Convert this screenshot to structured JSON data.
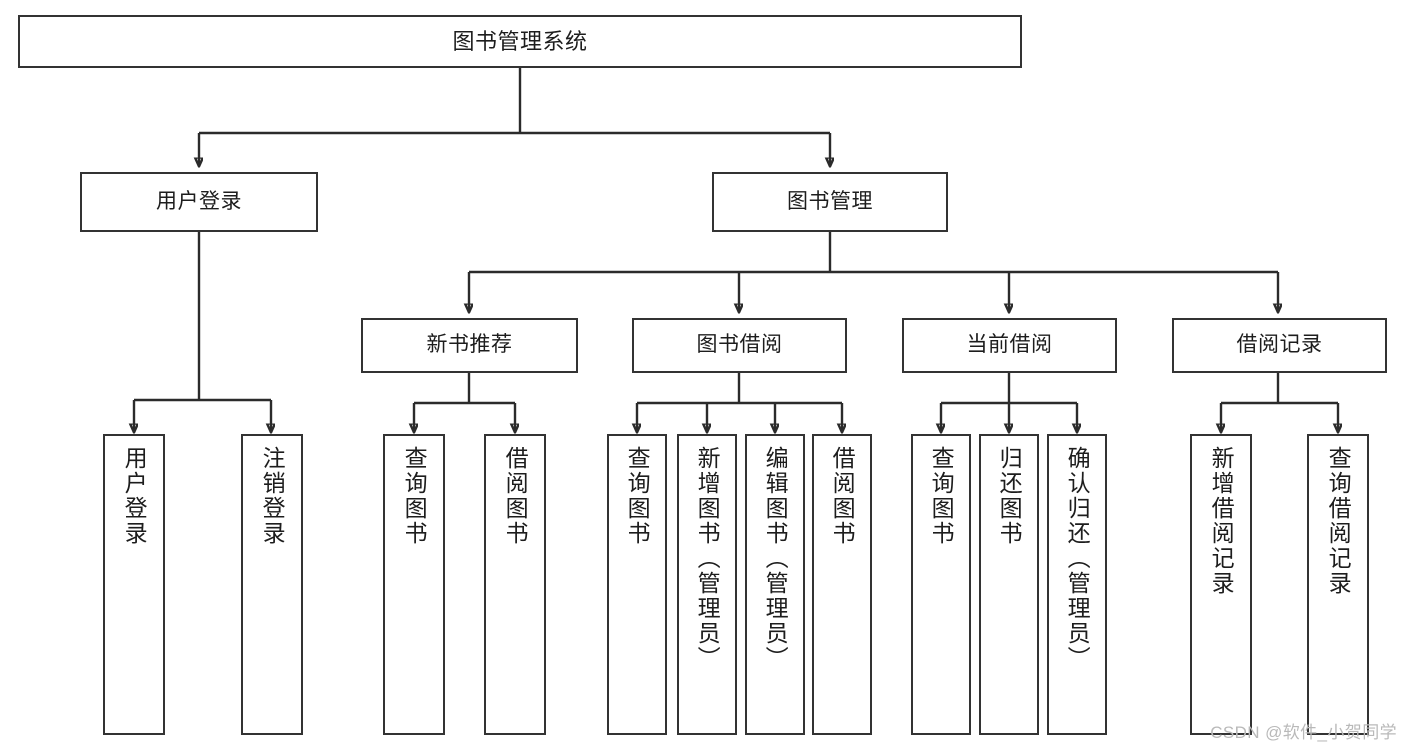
{
  "diagram": {
    "type": "tree",
    "title": "图书管理系统",
    "orientation": "top-down",
    "colors": {
      "background": "#ffffff",
      "box_border": "#333333",
      "box_fill": "#ffffff",
      "connector": "#2b2b2b",
      "text": "#1d1d1d",
      "watermark": "#b9b9b9"
    }
  },
  "root": {
    "label": "图书管理系统"
  },
  "level1": [
    {
      "label": "用户登录"
    },
    {
      "label": "图书管理"
    }
  ],
  "level2": [
    {
      "label": "新书推荐"
    },
    {
      "label": "图书借阅"
    },
    {
      "label": "当前借阅"
    },
    {
      "label": "借阅记录"
    }
  ],
  "leaves": {
    "user_login": [
      {
        "label": "用户登录"
      },
      {
        "label": "注销登录"
      }
    ],
    "new_book_recommend": [
      {
        "label": "查询图书"
      },
      {
        "label": "借阅图书"
      }
    ],
    "book_borrow": [
      {
        "label": "查询图书"
      },
      {
        "label": "新增图书（管理员）"
      },
      {
        "label": "编辑图书（管理员）"
      },
      {
        "label": "借阅图书"
      }
    ],
    "current_borrow": [
      {
        "label": "查询图书"
      },
      {
        "label": "归还图书"
      },
      {
        "label": "确认归还（管理员）"
      }
    ],
    "borrow_record": [
      {
        "label": "新增借阅记录"
      },
      {
        "label": "查询借阅记录"
      }
    ]
  },
  "watermark": {
    "text": "CSDN @软件_小贺同学"
  }
}
